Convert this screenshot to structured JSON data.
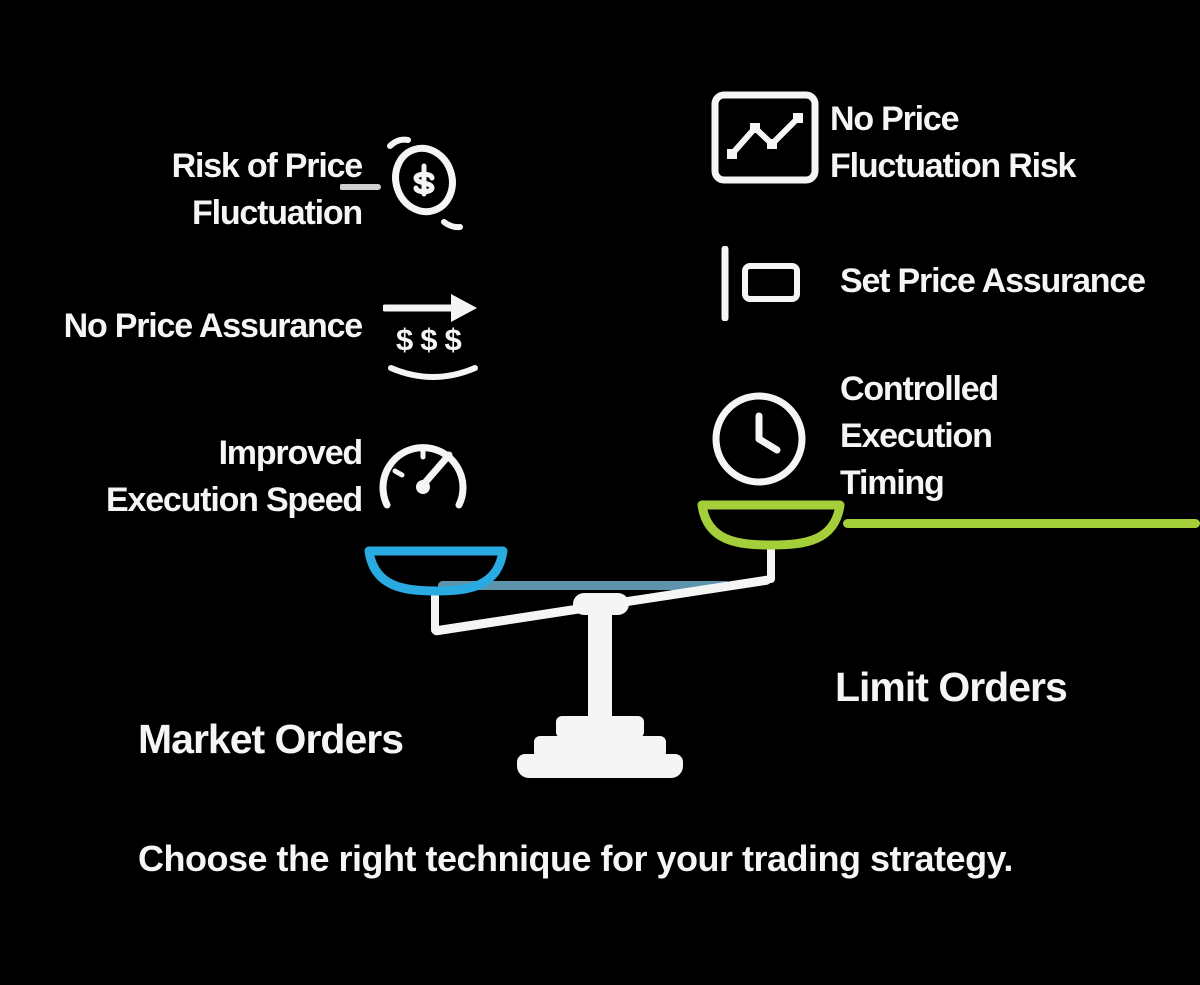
{
  "colors": {
    "background": "#000000",
    "text": "#f5f5f5",
    "market_accent": "#29abe2",
    "market_line": "#5e93ad",
    "limit_accent": "#a4ce3a"
  },
  "market": {
    "label": "Market Orders",
    "items": [
      {
        "icon": "falling-coins-icon",
        "lines": [
          "Risk of Price",
          "Fluctuation"
        ]
      },
      {
        "icon": "dollar-arrow-icon",
        "lines": [
          "No Price Assurance"
        ],
        "dollar_signs": "$$$"
      },
      {
        "icon": "speedometer-icon",
        "lines": [
          "Improved",
          "Execution Speed"
        ]
      }
    ]
  },
  "limit": {
    "label": "Limit Orders",
    "items": [
      {
        "icon": "price-chart-icon",
        "lines": [
          "No Price",
          "Fluctuation Risk"
        ]
      },
      {
        "icon": "price-flag-icon",
        "lines": [
          "Set Price Assurance"
        ]
      },
      {
        "icon": "clock-icon",
        "lines": [
          "Controlled",
          "Execution",
          "Timing"
        ]
      }
    ]
  },
  "tagline": "Choose the right technique for your trading strategy."
}
